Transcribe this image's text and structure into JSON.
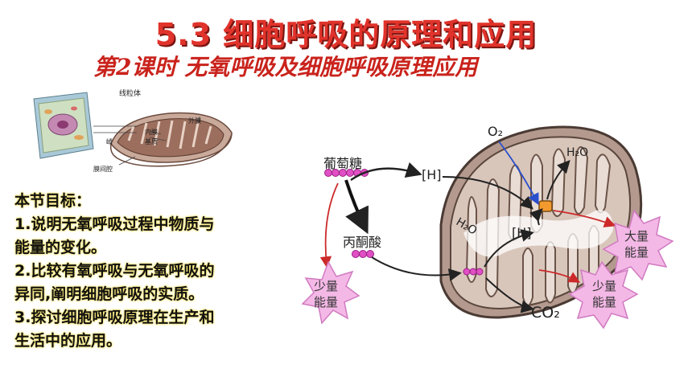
{
  "slide": {
    "title": "5.3   细胞呼吸的原理和应用",
    "subtitle": "第2课时    无氧呼吸及细胞呼吸原理应用"
  },
  "objectives": {
    "heading": "本节目标：",
    "lines": [
      "1.说明无氧呼吸过程中物质与",
      "能量的变化。",
      "2.比较有氧呼吸与无氧呼吸的",
      "异同,阐明细胞呼吸的实质。",
      "3.探讨细胞呼吸原理在生产和",
      "生活中的应用。"
    ]
  },
  "cell_figure": {
    "title": "线粒体",
    "labels": {
      "outer": "外膜",
      "inner": "内膜",
      "matrix": "基质",
      "crista": "嵴",
      "intermembrane": "膜间腔"
    }
  },
  "respiration_diagram": {
    "glucose": "葡萄糖",
    "pyruvate": "丙酮酸",
    "h1": "[H]",
    "h2": "[H]",
    "o2": "O₂",
    "h2o_top": "H₂O",
    "h2o_inner": "H₂O",
    "co2": "CO₂",
    "energy_small_1": [
      "少量",
      "能量"
    ],
    "energy_small_2": [
      "少量",
      "能量"
    ],
    "energy_large": [
      "大量",
      "能量"
    ]
  },
  "colors": {
    "title_red": "#e0332b",
    "highlight_yellow": "#f6e36a",
    "star_pink": "#f4b8e6",
    "molecule_magenta": "#e04fc4"
  }
}
